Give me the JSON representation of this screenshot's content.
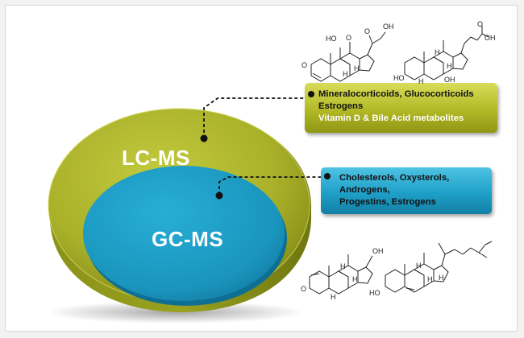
{
  "diagram": {
    "outer_label": "LC-MS",
    "inner_label": "GC-MS",
    "lc_box": {
      "lines": [
        "Mineralocorticoids, Glucocorticoids",
        "Estrogens",
        "Vitamin  D & Bile Acid metabolites"
      ]
    },
    "gc_box": {
      "lines": [
        "Cholesterols, Oxysterols,",
        "Androgens,",
        "Progestins, Estrogens"
      ]
    },
    "structure_atom_labels": {
      "ho": "HO",
      "oh": "OH",
      "o": "O",
      "h": "H",
      "cooh_o": "O",
      "cooh_oh": "OH"
    }
  },
  "colors": {
    "lc_ellipse": "#a9b12a",
    "lc_ellipse_dark": "#8a9118",
    "gc_ellipse": "#1e9cc4",
    "lc_box": "#b2b925",
    "gc_box": "#1ea0c8"
  }
}
